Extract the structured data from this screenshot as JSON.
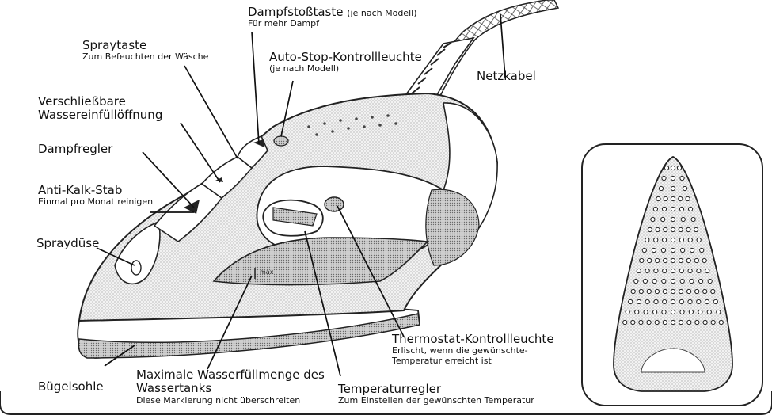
{
  "labels": {
    "dampfstoss": {
      "title": "Dampfstoßtaste",
      "note": "(je nach Modell)",
      "sub": "Für mehr Dampf"
    },
    "spraytaste": {
      "title": "Spraytaste",
      "sub": "Zum Befeuchten der Wäsche"
    },
    "autostop": {
      "title": "Auto-Stop-Kontrollleuchte",
      "sub": "(je nach Modell)"
    },
    "netzkabel": {
      "title": "Netzkabel"
    },
    "wasser_oeffnung": {
      "line1": "Verschließbare",
      "line2": "Wassereinfüllöffnung"
    },
    "dampfregler": {
      "title": "Dampfregler"
    },
    "antikalk": {
      "title": "Anti-Kalk-Stab",
      "sub": "Einmal pro Monat reinigen"
    },
    "spraydüse": {
      "title": "Spraydüse"
    },
    "thermostat": {
      "title": "Thermostat-Kontrollleuchte",
      "sub1": "Erlischt, wenn die gewünschte-",
      "sub2": "Temperatur erreicht ist"
    },
    "bugelsohle": {
      "title": "Bügelsohle"
    },
    "maxwasser": {
      "line1": "Maximale Wasserfüllmenge des",
      "line2": "Wassertanks",
      "sub": "Diese Markierung nicht überschreiten"
    },
    "temperatur": {
      "title": "Temperaturregler",
      "sub": "Zum Einstellen der gewünschten Temperatur"
    },
    "max_mark": "max"
  }
}
